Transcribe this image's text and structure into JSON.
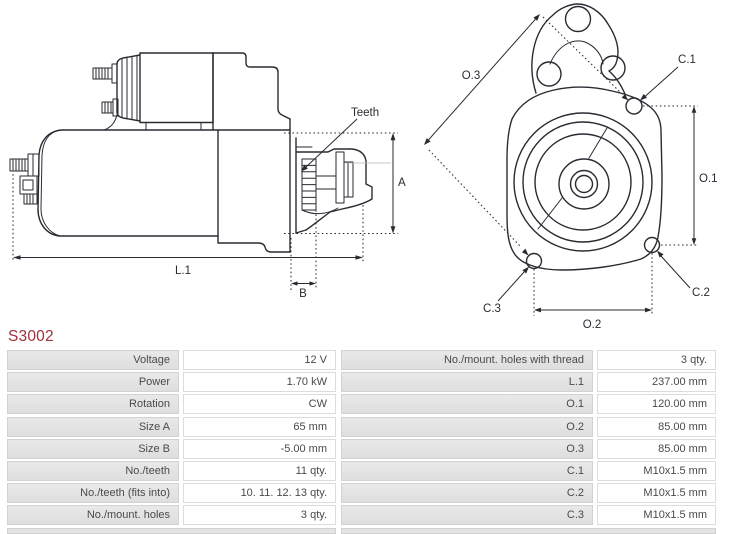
{
  "part_number": "S3002",
  "drawing": {
    "labels": {
      "teeth": "Teeth",
      "a": "A",
      "b": "B",
      "l1": "L.1",
      "o1": "O.1",
      "o2": "O.2",
      "o3": "O.3",
      "c1": "C.1",
      "c2": "C.2",
      "c3": "C.3"
    }
  },
  "specs_left": {
    "rows": [
      {
        "label": "Voltage",
        "value": "12 V"
      },
      {
        "label": "Power",
        "value": "1.70 kW"
      },
      {
        "label": "Rotation",
        "value": "CW"
      },
      {
        "label": "Size A",
        "value": "65 mm"
      },
      {
        "label": "Size B",
        "value": "-5.00 mm"
      },
      {
        "label": "No./teeth",
        "value": "11 qty."
      },
      {
        "label": "No./teeth (fits into)",
        "value": "10. 11. 12. 13 qty."
      },
      {
        "label": "No./mount. holes",
        "value": "3 qty."
      }
    ]
  },
  "specs_right": {
    "rows": [
      {
        "label": "No./mount. holes with thread",
        "value": "3 qty."
      },
      {
        "label": "L.1",
        "value": "237.00 mm"
      },
      {
        "label": "O.1",
        "value": "120.00 mm"
      },
      {
        "label": "O.2",
        "value": "85.00 mm"
      },
      {
        "label": "O.3",
        "value": "85.00 mm"
      },
      {
        "label": "C.1",
        "value": "M10x1.5 mm"
      },
      {
        "label": "C.2",
        "value": "M10x1.5 mm"
      },
      {
        "label": "C.3",
        "value": "M10x1.5 mm"
      }
    ]
  },
  "colors": {
    "part_number": "#9e3038",
    "drawing_line": "#2a2a32",
    "table_label_bg": "#e4e4e4",
    "table_border": "#d2d2d2",
    "table_text": "#4a4a4a"
  }
}
